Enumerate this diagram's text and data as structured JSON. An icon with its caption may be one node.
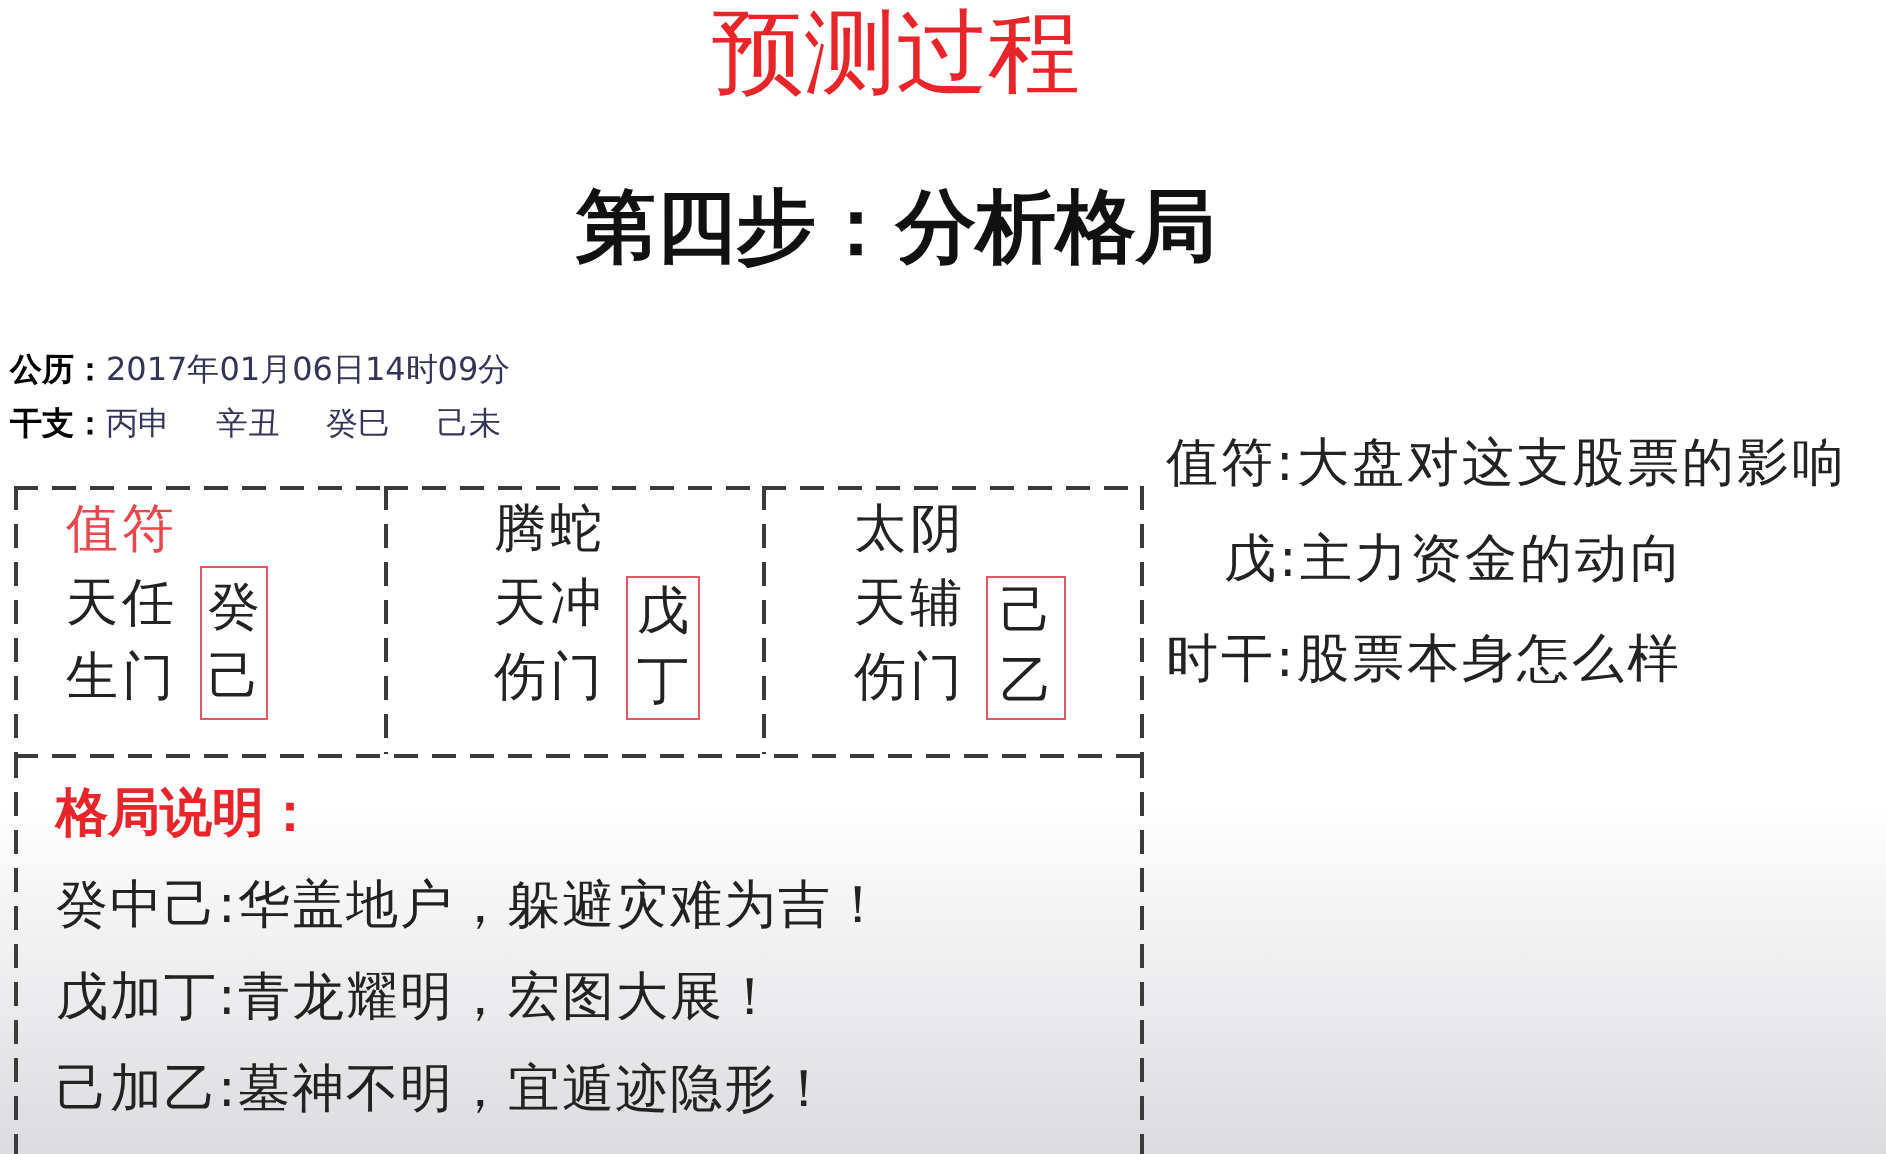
{
  "diagram": {
    "title": "预测过程",
    "nodes": [
      {
        "text": [
          "值符",
          "天任",
          "生门"
        ]
      },
      {
        "text": [
          "癸",
          "己"
        ],
        "in": 0
      },
      {
        "text": [
          "腾蛇",
          "天冲",
          "伤门"
        ]
      },
      {
        "text": [
          "戊",
          "丁"
        ],
        "in": 2
      },
      {
        "text": [
          "太阴",
          "天辅",
          "伤门"
        ]
      },
      {
        "text": [
          "己",
          "乙"
        ],
        "in": 4
      },
      {
        "text": [
          "格局说明：",
          "癸中己:华盖地户，躲避灾难为吉！",
          "戊加丁:青龙耀明，宏图大展！",
          "己加乙:墓神不明，宜遁迹隐形！"
        ]
      }
    ],
    "labels": [
      "第四步：分析格局",
      "**公历：**2017年01月06日14时09分",
      "**干支：**丙申 辛丑 癸巳 己未",
      "值符:大盘对这支股票的影响",
      "戊:主力资金的动向",
      "时干:股票本身怎么样"
    ]
  }
}
